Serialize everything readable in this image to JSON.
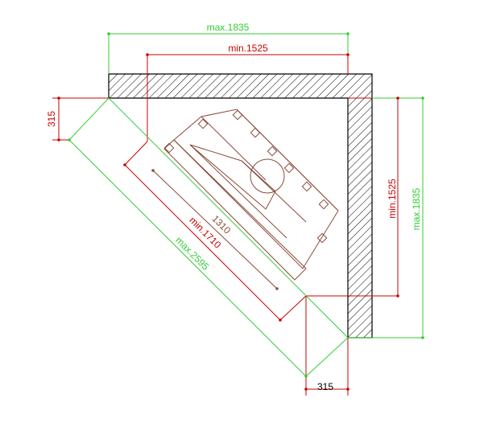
{
  "colors": {
    "wall": "#000000",
    "dim_max": "#33cc33",
    "dim_min": "#cc0000",
    "unit": "#8b4a3a"
  },
  "labels": {
    "top_max": "max.1835",
    "top_min": "min.1525",
    "right_min": "min.1525",
    "right_max": "max.1835",
    "left_offset": "315",
    "bottom_offset": "315",
    "diag_unit": "1310",
    "diag_min": "min.1710",
    "diag_max": "max.2595"
  }
}
